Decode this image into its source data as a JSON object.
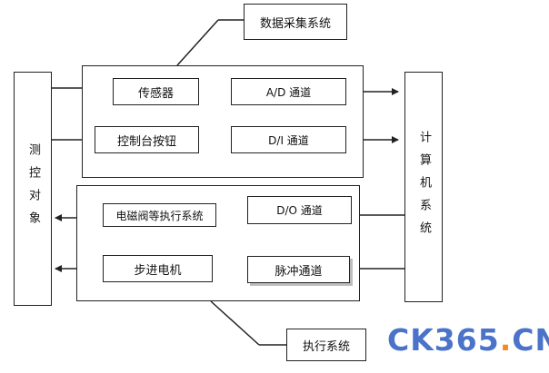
{
  "labels": {
    "data_acq_system": "数据采集系统",
    "exec_system": "执行系统",
    "controlled_object": "测控对象",
    "computer_system": "计算机系统",
    "sensor": "传感器",
    "ad_channel": "A/D 通道",
    "console_buttons": "控制台按钮",
    "di_channel": "D/I 通道",
    "solenoid_exec": "电磁阀等执行系统",
    "do_channel": "D/O 通道",
    "stepper_motor": "步进电机",
    "pulse_channel": "脉冲通道"
  },
  "watermark": {
    "part1": "CK365",
    "dot": ".",
    "part2": "CN",
    "color_main": "#4a73c9",
    "color_dot": "#f08a2c"
  }
}
